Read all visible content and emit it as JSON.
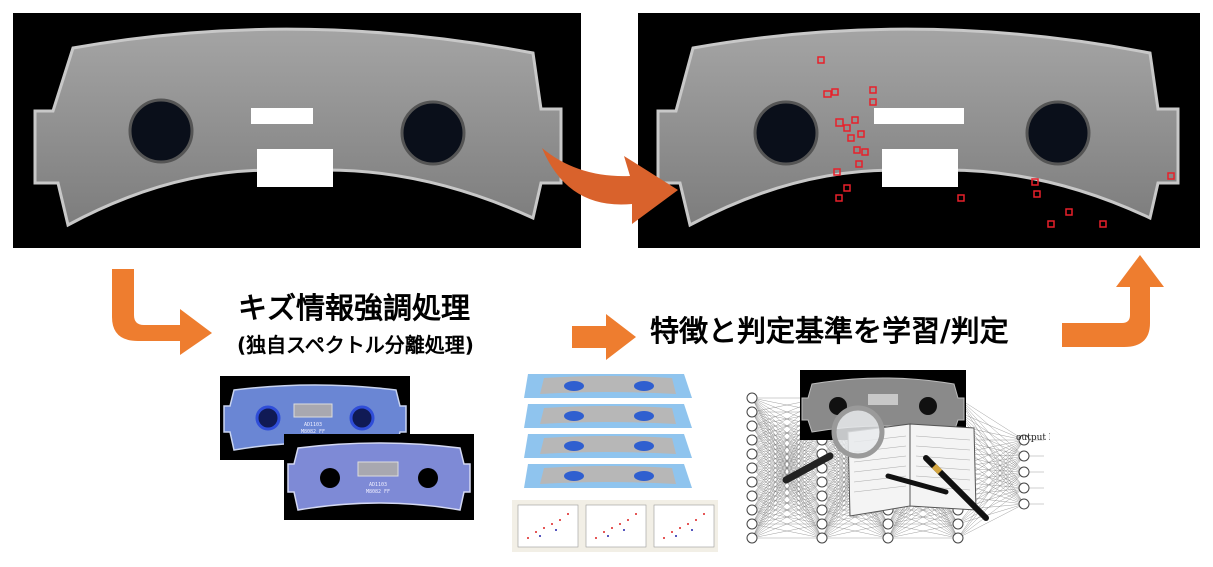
{
  "diagram": {
    "step1": {
      "title": "キズ情報強調処理",
      "subtitle": "(独自スペクトル分離処理)"
    },
    "step2": {
      "title": "特徴と判定基準を学習/判定"
    },
    "pad_label_line1": "AD1103",
    "pad_label_line2": "M8082 FF",
    "network_label": "output la",
    "colors": {
      "arrow_orange": "#ee7d2f",
      "arrow_dark_orange": "#d9622c",
      "defect_red": "#e8202a",
      "pad_gray": "#8a8a8a",
      "blue_pad": "#5c6fc8",
      "background_black": "#000000"
    }
  }
}
